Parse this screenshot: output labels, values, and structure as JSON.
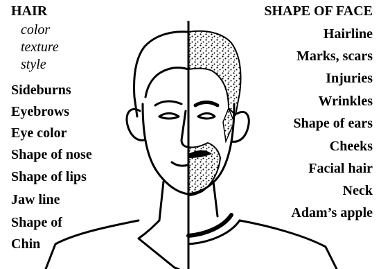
{
  "left_labels": {
    "hair": "HAIR",
    "hair_sub": [
      "color",
      "texture",
      "style"
    ],
    "items": [
      "Sideburns",
      "Eyebrows",
      "Eye color",
      "Shape of nose",
      "Shape of lips",
      "Jaw line",
      "Shape of",
      "Chin"
    ]
  },
  "right_labels": {
    "heading": "SHAPE OF FACE",
    "items": [
      "Hairline",
      "Marks, scars",
      "Injuries",
      "Wrinkles",
      "Shape of ears",
      "Cheeks",
      "Facial hair",
      "Neck",
      "Adam’s apple"
    ]
  }
}
